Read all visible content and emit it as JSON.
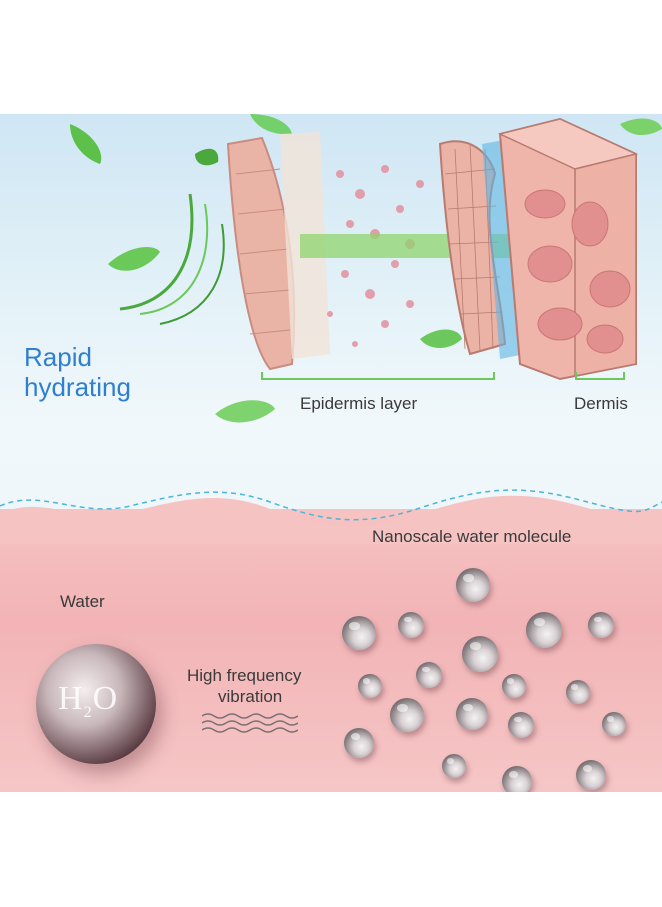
{
  "headline": {
    "line1": "Rapid",
    "line2": "hydrating"
  },
  "layers": {
    "epidermis": "Epidermis layer",
    "dermis": "Dermis"
  },
  "molecules": {
    "nanoscale": "Nanoscale water molecule",
    "water": "Water",
    "formula": "H",
    "formula_sub": "2",
    "formula_tail": "O",
    "vibration_line1": "High frequency",
    "vibration_line2": "vibration"
  },
  "colors": {
    "headline": "#2f7fd0",
    "top_bg": "#dcedf6",
    "bottom_bg": "#f3b8b9",
    "leaf": "#5cc04a",
    "skin": "#e8a8a0"
  }
}
